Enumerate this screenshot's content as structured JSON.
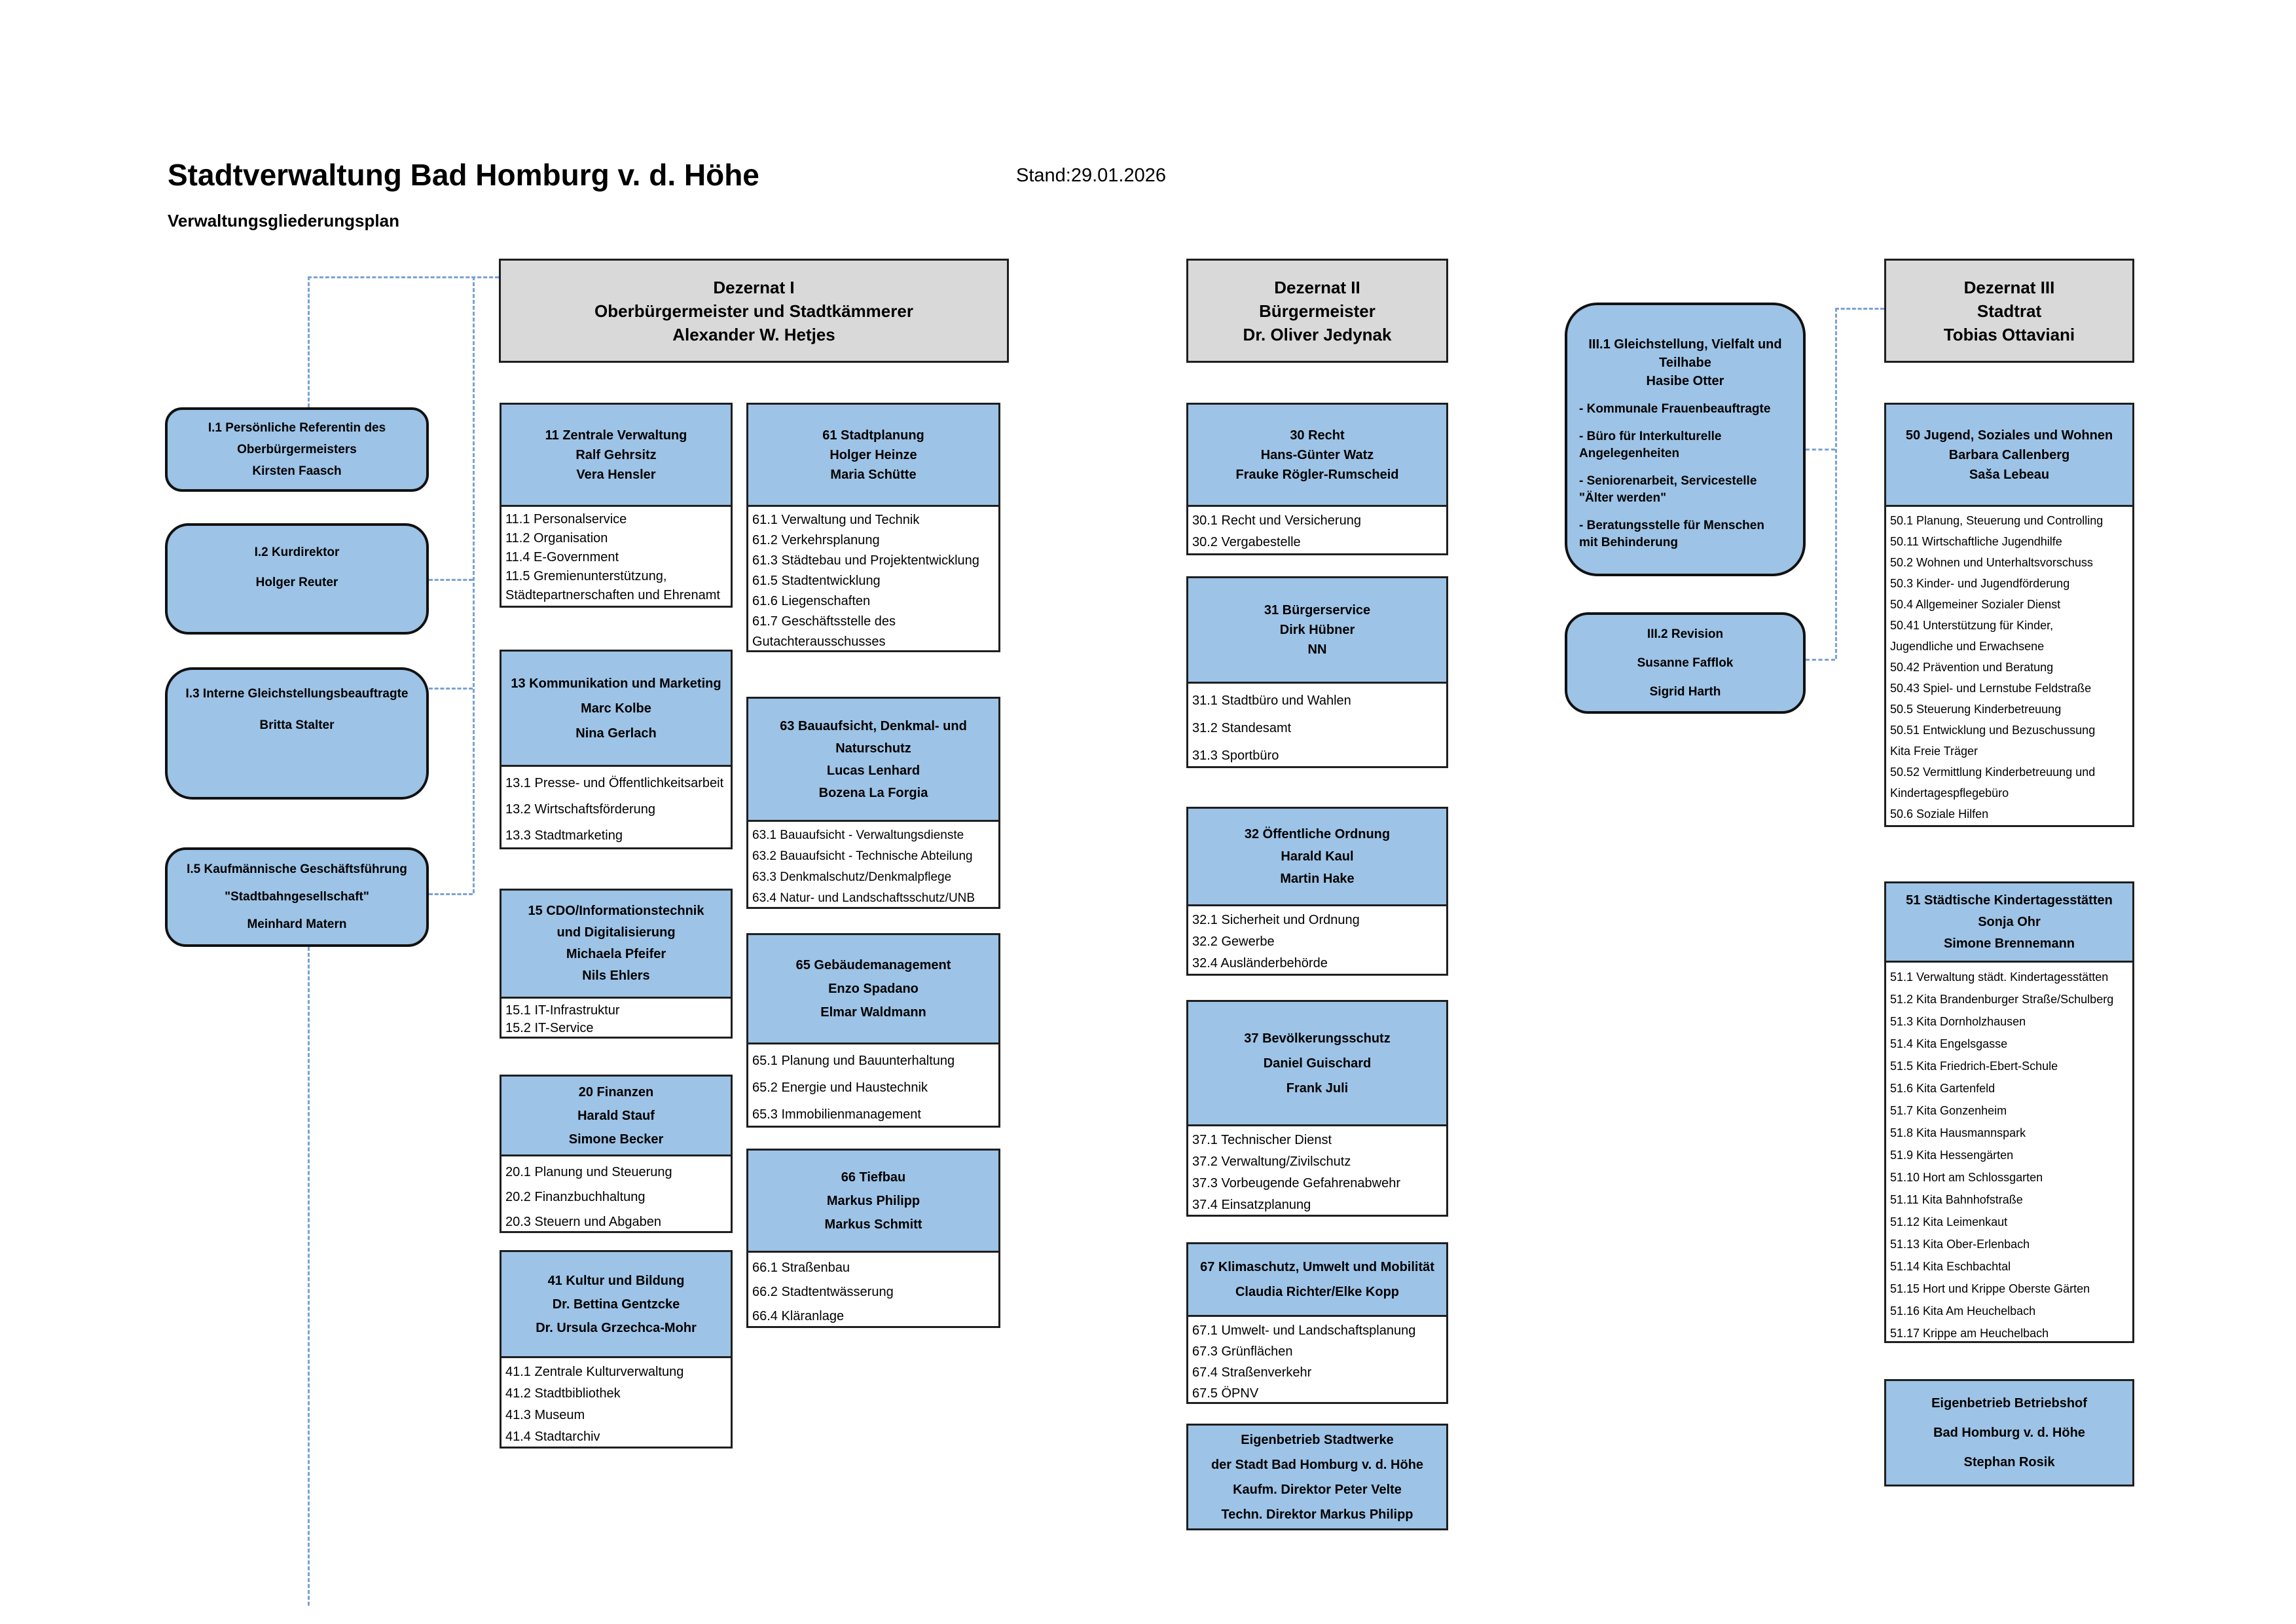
{
  "page": {
    "title": "Stadtverwaltung Bad Homburg v. d. Höhe",
    "stand": "Stand:29.01.2026",
    "subtitle": "Verwaltungsgliederungsplan"
  },
  "colors": {
    "box_blue": "#9dc3e6",
    "box_grey": "#d9d9d9",
    "connector_blue": "#7aa2d4",
    "border_black": "#1f1f1f"
  },
  "dezernate": [
    {
      "lines": [
        "Dezernat I",
        "Oberbürgermeister und Stadtkämmerer",
        "Alexander W. Hetjes"
      ]
    },
    {
      "lines": [
        "Dezernat II",
        "Bürgermeister",
        "Dr. Oliver Jedynak"
      ]
    },
    {
      "lines": [
        "Dezernat III",
        "Stadtrat",
        "Tobias Ottaviani"
      ]
    }
  ],
  "stabsstellen": [
    {
      "lines": [
        "I.1 Persönliche Referentin des",
        "Oberbürgermeisters",
        "Kirsten Faasch"
      ]
    },
    {
      "lines": [
        "I.2 Kurdirektor",
        "Holger Reuter"
      ]
    },
    {
      "lines": [
        "I.3 Interne Gleichstellungsbeauftragte",
        "Britta Stalter"
      ]
    },
    {
      "lines": [
        "I.5 Kaufmännische Geschäftsführung",
        "\"Stadtbahngesellschaft\"",
        "Meinhard Matern"
      ]
    }
  ],
  "referate": {
    "iii1": {
      "title_lines": [
        "III.1 Gleichstellung, Vielfalt und",
        "Teilhabe",
        "Hasibe Otter"
      ],
      "bullets": [
        "- Kommunale Frauenbeauftragte",
        "- Büro für Interkulturelle\n  Angelegenheiten",
        "- Seniorenarbeit, Servicestelle\n   \"Älter werden\"",
        "- Beratungsstelle für Menschen\n   mit Behinderung"
      ]
    },
    "iii2": {
      "lines": [
        "III.2 Revision",
        "Susanne Fafflok",
        "Sigrid Harth"
      ]
    }
  },
  "aemter": {
    "col1": [
      {
        "head": [
          "11 Zentrale Verwaltung",
          "Ralf Gehrsitz",
          "Vera Hensler"
        ],
        "items": [
          "11.1 Personalservice",
          "11.2 Organisation",
          "11.4 E-Government",
          "11.5 Gremienunterstützung,",
          "Städtepartnerschaften und Ehrenamt"
        ]
      },
      {
        "head": [
          "13  Kommunikation und Marketing",
          "Marc Kolbe",
          "Nina Gerlach"
        ],
        "items": [
          "13.1 Presse- und Öffentlichkeitsarbeit",
          "13.2 Wirtschaftsförderung",
          "13.3 Stadtmarketing"
        ]
      },
      {
        "head": [
          "15 CDO/Informationstechnik",
          "und Digitalisierung",
          "Michaela Pfeifer",
          "Nils Ehlers"
        ],
        "items": [
          "15.1 IT-Infrastruktur",
          "15.2 IT-Service"
        ]
      },
      {
        "head": [
          "20 Finanzen",
          "Harald Stauf",
          "Simone Becker"
        ],
        "items": [
          "20.1 Planung und Steuerung",
          "20.2 Finanzbuchhaltung",
          "20.3 Steuern und Abgaben"
        ]
      },
      {
        "head": [
          "41 Kultur und Bildung",
          "Dr. Bettina Gentzcke",
          "Dr. Ursula Grzechca-Mohr"
        ],
        "items": [
          "41.1 Zentrale Kulturverwaltung",
          "41.2 Stadtbibliothek",
          "41.3 Museum",
          "41.4 Stadtarchiv"
        ]
      }
    ],
    "col2": [
      {
        "head": [
          "61 Stadtplanung",
          "Holger Heinze",
          "Maria Schütte"
        ],
        "items": [
          "61.1 Verwaltung und Technik",
          "61.2 Verkehrsplanung",
          "61.3 Städtebau und Projektentwicklung",
          "61.5 Stadtentwicklung",
          "61.6 Liegenschaften",
          "61.7 Geschäftsstelle des",
          "Gutachterausschusses"
        ]
      },
      {
        "head": [
          "63 Bauaufsicht, Denkmal- und",
          "Naturschutz",
          "Lucas Lenhard",
          "Bozena La Forgia"
        ],
        "items": [
          "63.1 Bauaufsicht - Verwaltungsdienste",
          "63.2 Bauaufsicht - Technische Abteilung",
          "63.3 Denkmalschutz/Denkmalpflege",
          "63.4 Natur- und Landschaftsschutz/UNB"
        ]
      },
      {
        "head": [
          "65 Gebäudemanagement",
          "Enzo Spadano",
          "Elmar Waldmann"
        ],
        "items": [
          "65.1 Planung und Bauunterhaltung",
          "65.2 Energie und Haustechnik",
          "65.3 Immobilienmanagement"
        ]
      },
      {
        "head": [
          "66 Tiefbau",
          "Markus Philipp",
          "Markus Schmitt"
        ],
        "items": [
          "66.1 Straßenbau",
          "66.2 Stadtentwässerung",
          "66.4 Kläranlage"
        ]
      }
    ],
    "col3": [
      {
        "head": [
          "30 Recht",
          "Hans-Günter Watz",
          "Frauke Rögler-Rumscheid"
        ],
        "items": [
          "30.1 Recht und Versicherung",
          "30.2 Vergabestelle"
        ]
      },
      {
        "head": [
          "31 Bürgerservice",
          "Dirk Hübner",
          "NN"
        ],
        "items": [
          "31.1 Stadtbüro und Wahlen",
          "31.2 Standesamt",
          "31.3 Sportbüro"
        ]
      },
      {
        "head": [
          "32 Öffentliche Ordnung",
          "Harald Kaul",
          "Martin Hake"
        ],
        "items": [
          "32.1 Sicherheit und Ordnung",
          "32.2 Gewerbe",
          "32.4 Ausländerbehörde"
        ]
      },
      {
        "head": [
          "37 Bevölkerungsschutz",
          "Daniel Guischard",
          "Frank Juli"
        ],
        "items": [
          "37.1 Technischer Dienst",
          "37.2 Verwaltung/Zivilschutz",
          "37.3 Vorbeugende Gefahrenabwehr",
          "37.4 Einsatzplanung"
        ]
      },
      {
        "head": [
          "67 Klimaschutz, Umwelt und Mobilität",
          "Claudia Richter/Elke Kopp"
        ],
        "items": [
          "67.1 Umwelt- und Landschaftsplanung",
          "67.3 Grünflächen",
          "67.4 Straßenverkehr",
          "67.5 ÖPNV"
        ]
      }
    ],
    "col5": [
      {
        "head": [
          "50 Jugend, Soziales und Wohnen",
          "Barbara Callenberg",
          "Saša Lebeau"
        ],
        "items": [
          "50.1 Planung, Steuerung und Controlling",
          "50.11 Wirtschaftliche Jugendhilfe",
          "50.2 Wohnen und Unterhaltsvorschuss",
          "50.3 Kinder- und Jugendförderung",
          "50.4 Allgemeiner Sozialer Dienst",
          "50.41 Unterstützung für Kinder,",
          "Jugendliche und Erwachsene",
          "50.42 Prävention und Beratung",
          "50.43 Spiel- und Lernstube Feldstraße",
          "50.5 Steuerung Kinderbetreuung",
          "50.51 Entwicklung und Bezuschussung",
          "Kita Freie Träger",
          "50.52 Vermittlung Kinderbetreuung und",
          "Kindertagespflegebüro",
          "50.6 Soziale Hilfen"
        ]
      },
      {
        "head": [
          "51 Städtische Kindertagesstätten",
          "Sonja Ohr",
          "Simone Brennemann"
        ],
        "items": [
          "51.1 Verwaltung städt. Kindertagesstätten",
          "51.2 Kita Brandenburger Straße/Schulberg",
          "51.3 Kita Dornholzhausen",
          "51.4 Kita Engelsgasse",
          "51.5 Kita Friedrich-Ebert-Schule",
          "51.6 Kita Gartenfeld",
          "51.7 Kita Gonzenheim",
          "51.8 Kita Hausmannspark",
          "51.9 Kita Hessengärten",
          "51.10 Hort am Schlossgarten",
          "51.11 Kita Bahnhofstraße",
          "51.12 Kita Leimenkaut",
          "51.13 Kita Ober-Erlenbach",
          "51.14 Kita Eschbachtal",
          "51.15 Hort und Krippe Oberste Gärten",
          "51.16 Kita Am Heuchelbach",
          "51.17 Krippe am Heuchelbach"
        ]
      }
    ]
  },
  "eigenbetriebe": [
    {
      "lines": [
        "Eigenbetrieb Stadtwerke",
        "der Stadt Bad Homburg v. d. Höhe",
        "Kaufm. Direktor Peter Velte",
        "Techn. Direktor Markus Philipp"
      ]
    },
    {
      "lines": [
        "Eigenbetrieb  Betriebshof",
        "Bad Homburg v.  d. Höhe",
        "Stephan Rosik"
      ]
    }
  ]
}
